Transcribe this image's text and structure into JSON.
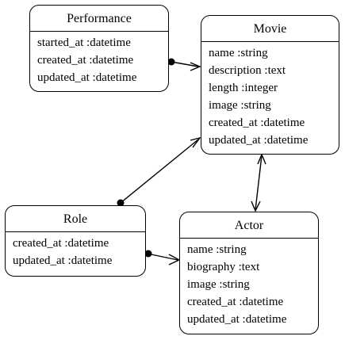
{
  "entities": {
    "performance": {
      "name": "Performance",
      "attributes": [
        "started_at :datetime",
        "created_at :datetime",
        "updated_at :datetime"
      ]
    },
    "movie": {
      "name": "Movie",
      "attributes": [
        "name :string",
        "description :text",
        "length :integer",
        "image :string",
        "created_at :datetime",
        "updated_at :datetime"
      ]
    },
    "role": {
      "name": "Role",
      "attributes": [
        "created_at :datetime",
        "updated_at :datetime"
      ]
    },
    "actor": {
      "name": "Actor",
      "attributes": [
        "name :string",
        "biography :text",
        "image :string",
        "created_at :datetime",
        "updated_at :datetime"
      ]
    }
  },
  "relationships": [
    {
      "from": "performance",
      "to": "movie",
      "from_end": "one",
      "to_end": "many"
    },
    {
      "from": "role",
      "to": "movie",
      "from_end": "one",
      "to_end": "many"
    },
    {
      "from": "movie",
      "to": "actor",
      "from_end": "many",
      "to_end": "many"
    },
    {
      "from": "role",
      "to": "actor",
      "from_end": "one",
      "to_end": "many"
    }
  ]
}
